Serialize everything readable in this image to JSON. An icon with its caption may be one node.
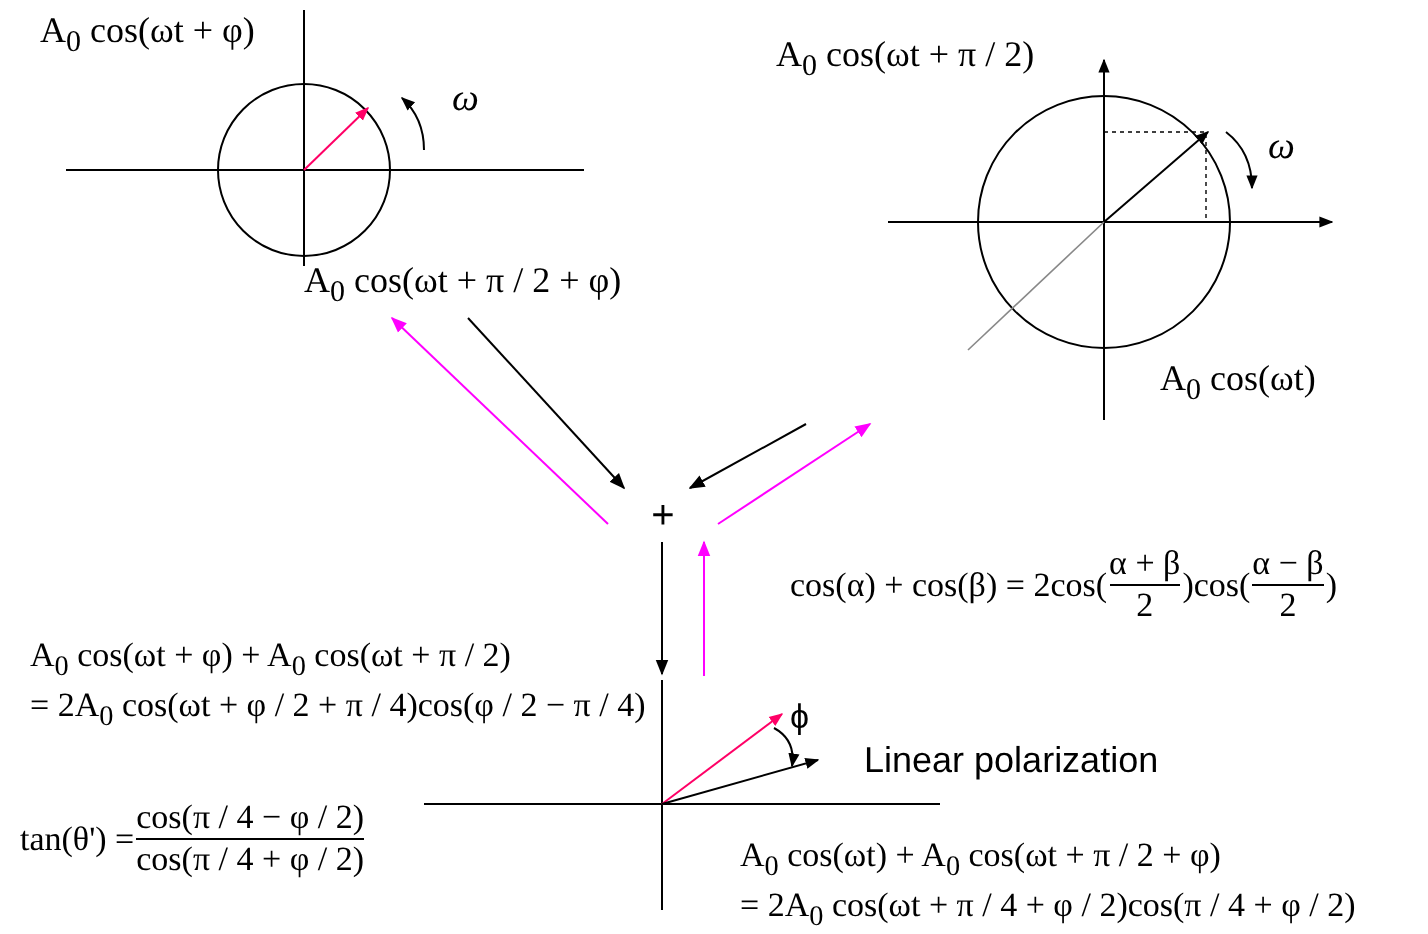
{
  "diagram": {
    "nodes": [
      {
        "text": [
          "A$_{0}$ cos(ωt + φ)",
          "ω",
          "A$_{0}$ cos(ωt + π / 2 + φ)"
        ]
      },
      {
        "text": [
          "A$_{0}$ cos(ωt + π / 2)",
          "ω",
          "A$_{0}$ cos(ωt)"
        ]
      },
      {
        "text": [
          "+"
        ]
      },
      {
        "text": [
          "ϕ"
        ]
      }
    ],
    "edges": [
      {
        "from": 0,
        "to": 2,
        "arrow": "to"
      },
      {
        "from": 2,
        "to": 0,
        "arrow": "to",
        "color": "#ff00ff"
      },
      {
        "from": 1,
        "to": 2,
        "arrow": "to"
      },
      {
        "from": 2,
        "to": 1,
        "arrow": "to",
        "color": "#ff00ff"
      },
      {
        "from": 2,
        "to": 3,
        "arrow": "to"
      },
      {
        "from": 3,
        "to": 2,
        "arrow": "to",
        "color": "#ff00ff"
      }
    ],
    "labels": [
      "cos(α) + cos(β) = 2cos(",
      "α + β",
      "2",
      ")cos(",
      "α − β",
      "2",
      ")",
      "A$_{0}$ cos(ωt + φ) + A$_{0}$ cos(ωt + π / 2)",
      "= 2A$_{0}$ cos(ωt + φ / 2 + π / 4)cos(φ / 2 − π / 4)",
      "Linear polarization",
      "tan(θ') =",
      "cos(π / 4 − φ / 2)",
      "cos(π / 4 + φ / 2)",
      "A$_{0}$ cos(ωt) + A$_{0}$ cos(ωt + π / 2 + φ)",
      "= 2A$_{0}$ cos(ωt + π / 4 + φ / 2)cos(π / 4 + φ / 2)"
    ]
  }
}
